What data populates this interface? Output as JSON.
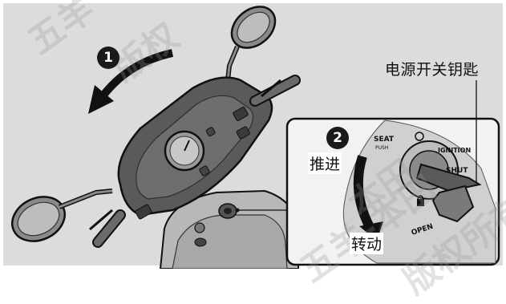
{
  "labels": {
    "power_switch_key": "电源开关钥匙",
    "push": "推进",
    "turn": "转动"
  },
  "steps": [
    "1",
    "2"
  ],
  "switch_panel": {
    "seat": "SEAT",
    "push_small": "PUSH",
    "ignition": "IGNITION",
    "shut": "SHUT",
    "open": "OPEN"
  },
  "watermark": [
    "五羊",
    "版权",
    "本田",
    "五羊-本田",
    "版权所有"
  ],
  "colors": {
    "background": "#dcdcdc",
    "body": "#5a5a5a",
    "body_dark": "#2e2e2e",
    "line": "#111111"
  }
}
